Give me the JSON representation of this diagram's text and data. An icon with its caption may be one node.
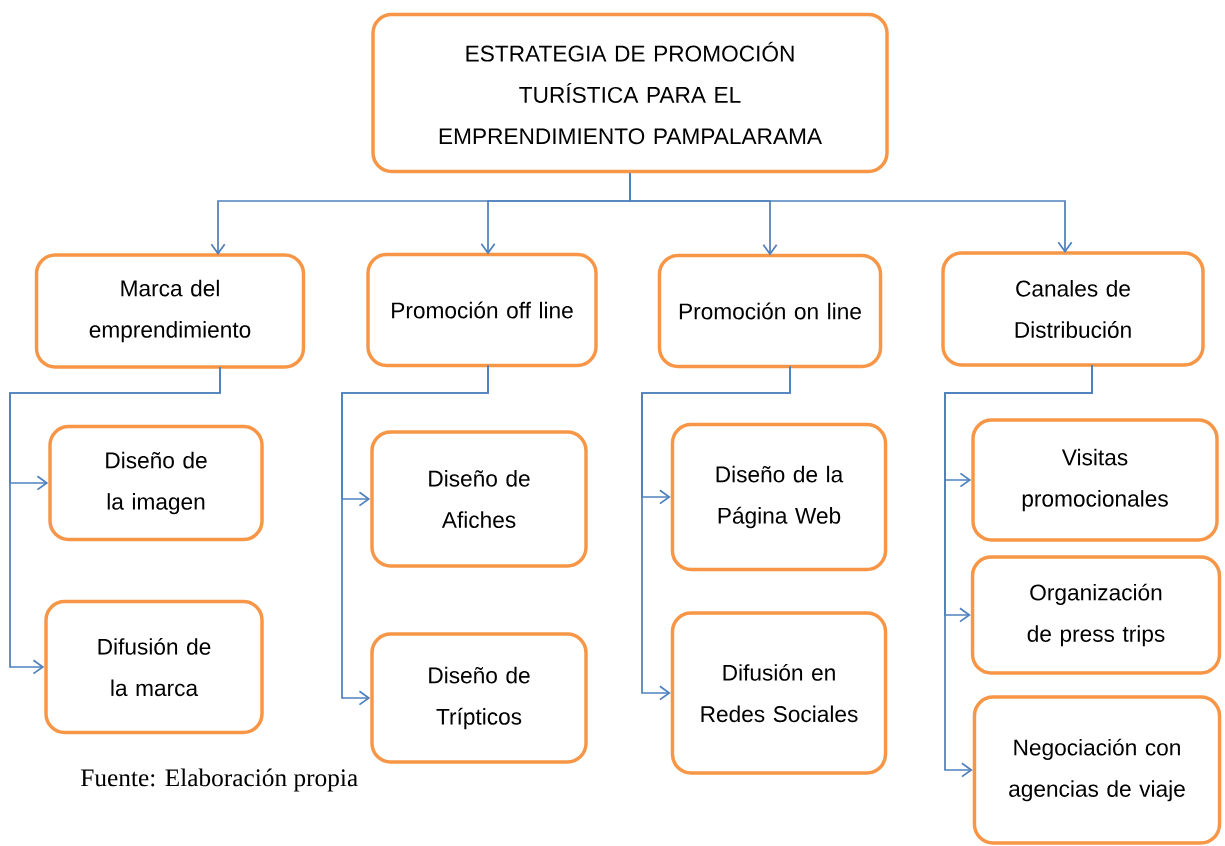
{
  "diagram": {
    "caption": "Fuente: Elaboración propia",
    "nodes": [
      {
        "text": [
          "ESTRATEGIA DE PROMOCIÓN TURÍSTICA PARA EL EMPRENDIMIENTO PAMPALARAMA"
        ]
      },
      {
        "text": [
          "Marca del emprendimiento"
        ]
      },
      {
        "text": [
          "Promoción off line"
        ]
      },
      {
        "text": [
          "Promoción on line"
        ]
      },
      {
        "text": [
          "Canales de Distribución"
        ]
      },
      {
        "text": [
          "Diseño de la imagen"
        ]
      },
      {
        "text": [
          "Difusión de la marca"
        ]
      },
      {
        "text": [
          "Diseño de Afiches"
        ]
      },
      {
        "text": [
          "Diseño de Trípticos"
        ]
      },
      {
        "text": [
          "Diseño de la Página Web"
        ]
      },
      {
        "text": [
          "Difusión en Redes Sociales"
        ]
      },
      {
        "text": [
          "Visitas promocionales"
        ]
      },
      {
        "text": [
          "Organización de press trips"
        ]
      },
      {
        "text": [
          "Negociación con agencias de viaje"
        ]
      }
    ],
    "edges": [
      {
        "from": 0,
        "to": 1,
        "arrow": "to"
      },
      {
        "from": 0,
        "to": 2,
        "arrow": "to"
      },
      {
        "from": 0,
        "to": 3,
        "arrow": "to"
      },
      {
        "from": 0,
        "to": 4,
        "arrow": "to"
      },
      {
        "from": 1,
        "to": 5,
        "arrow": "to"
      },
      {
        "from": 1,
        "to": 6,
        "arrow": "to"
      },
      {
        "from": 2,
        "to": 7,
        "arrow": "to"
      },
      {
        "from": 2,
        "to": 8,
        "arrow": "to"
      },
      {
        "from": 3,
        "to": 9,
        "arrow": "to"
      },
      {
        "from": 3,
        "to": 10,
        "arrow": "to"
      },
      {
        "from": 4,
        "to": 11,
        "arrow": "to"
      },
      {
        "from": 4,
        "to": 12,
        "arrow": "to"
      },
      {
        "from": 4,
        "to": 13,
        "arrow": "to"
      }
    ]
  }
}
